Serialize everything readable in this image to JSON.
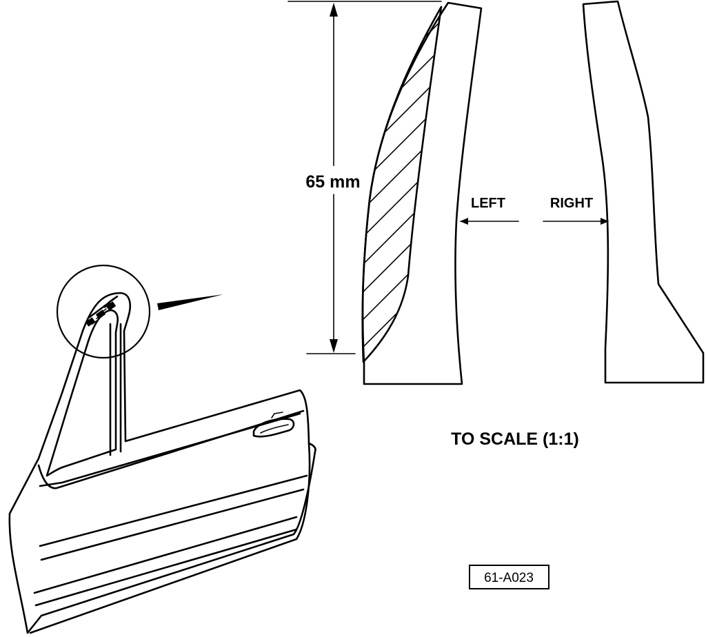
{
  "dimension": {
    "label": "65 mm"
  },
  "left_label": "LEFT",
  "right_label": "RIGHT",
  "scale_note": "TO SCALE (1:1)",
  "figure_id": "61-A023",
  "colors": {
    "ink": "#000000",
    "background": "#ffffff"
  },
  "icons": [
    "car-door-illustration",
    "detail-circle",
    "leader-pointer",
    "dimension-arrows",
    "hatch-pattern"
  ]
}
